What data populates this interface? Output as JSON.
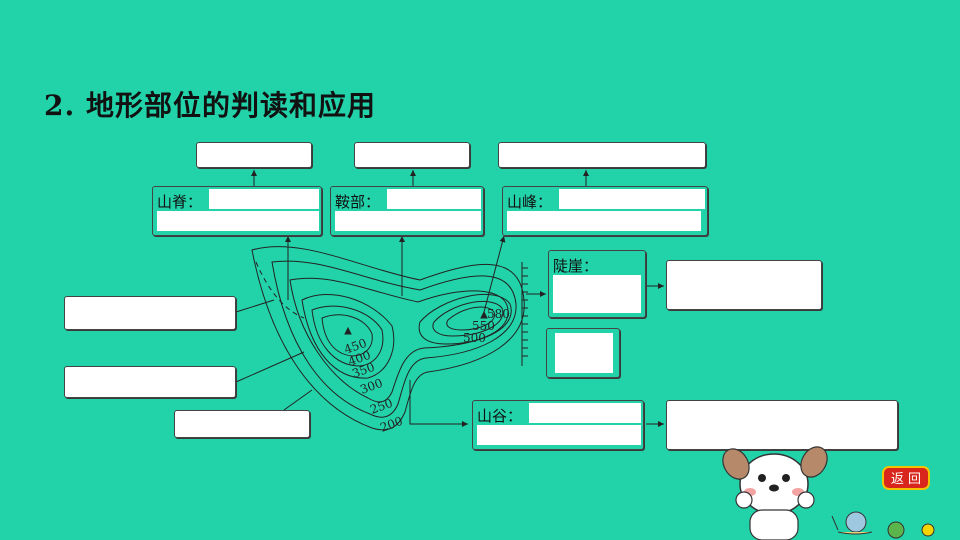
{
  "title": "2. 地形部位的判读和应用",
  "labels": {
    "ridge": "山脊：",
    "saddle": "鞍部：",
    "peak": "山峰：",
    "cliff": "陡崖：",
    "valley": "山谷："
  },
  "contour_values": [
    "580",
    "550",
    "500",
    "450",
    "400",
    "350",
    "300",
    "250",
    "200"
  ],
  "back_button": "返 回",
  "colors": {
    "background": "#22d3aa",
    "back_button": "#d9261c",
    "back_button_border": "#f5c400"
  }
}
